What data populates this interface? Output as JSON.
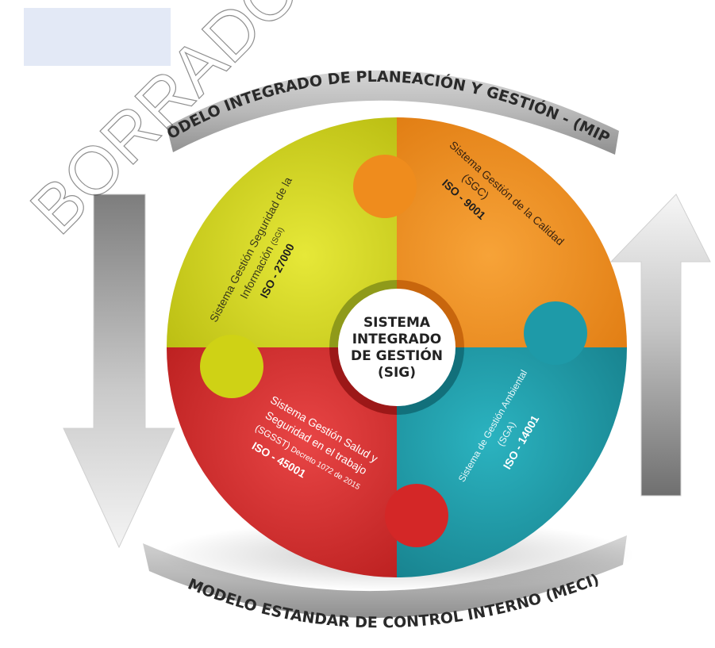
{
  "colors": {
    "yellow": "#d4d617",
    "orange": "#ee8a1a",
    "red": "#d92a2a",
    "teal": "#1e9aa8",
    "gray_band": "#b3b3b3",
    "placeholder_box": "#e3e9f6"
  },
  "watermark": "BORRADOR F",
  "top_band": {
    "label": "MODELO INTEGRADO DE PLANEACIÓN Y GESTIÓN - (MIPG)"
  },
  "bottom_band": {
    "label": "MODELO ESTANDAR DE CONTROL INTERNO (MECI)"
  },
  "center": {
    "line1": "SISTEMA",
    "line2": "INTEGRADO",
    "line3": "DE GESTIÓN",
    "line4": "(SIG)"
  },
  "quadrants": {
    "sgsi": {
      "line1": "Sistema Gestión Seguridad de la",
      "line2": "Información",
      "abbr": "(SGI)",
      "iso": "ISO - 27000"
    },
    "sgc": {
      "line1": "Sistema Gestión de la Calidad",
      "abbr": "(SGC)",
      "iso": "ISO - 9001"
    },
    "sga": {
      "line1": "Sistema de Gestión Ambiental",
      "abbr": "(SGA)",
      "iso": "ISO - 14001"
    },
    "sgsst": {
      "line1": "Sistema Gestión Salud y",
      "line2": "Seguridad en el trabajo",
      "abbr": "(SGSST)",
      "decree": "Decreto 1072 de 2015",
      "iso": "ISO - 45001"
    }
  },
  "arrows": {
    "left": {
      "direction": "down"
    },
    "right": {
      "direction": "up"
    }
  }
}
